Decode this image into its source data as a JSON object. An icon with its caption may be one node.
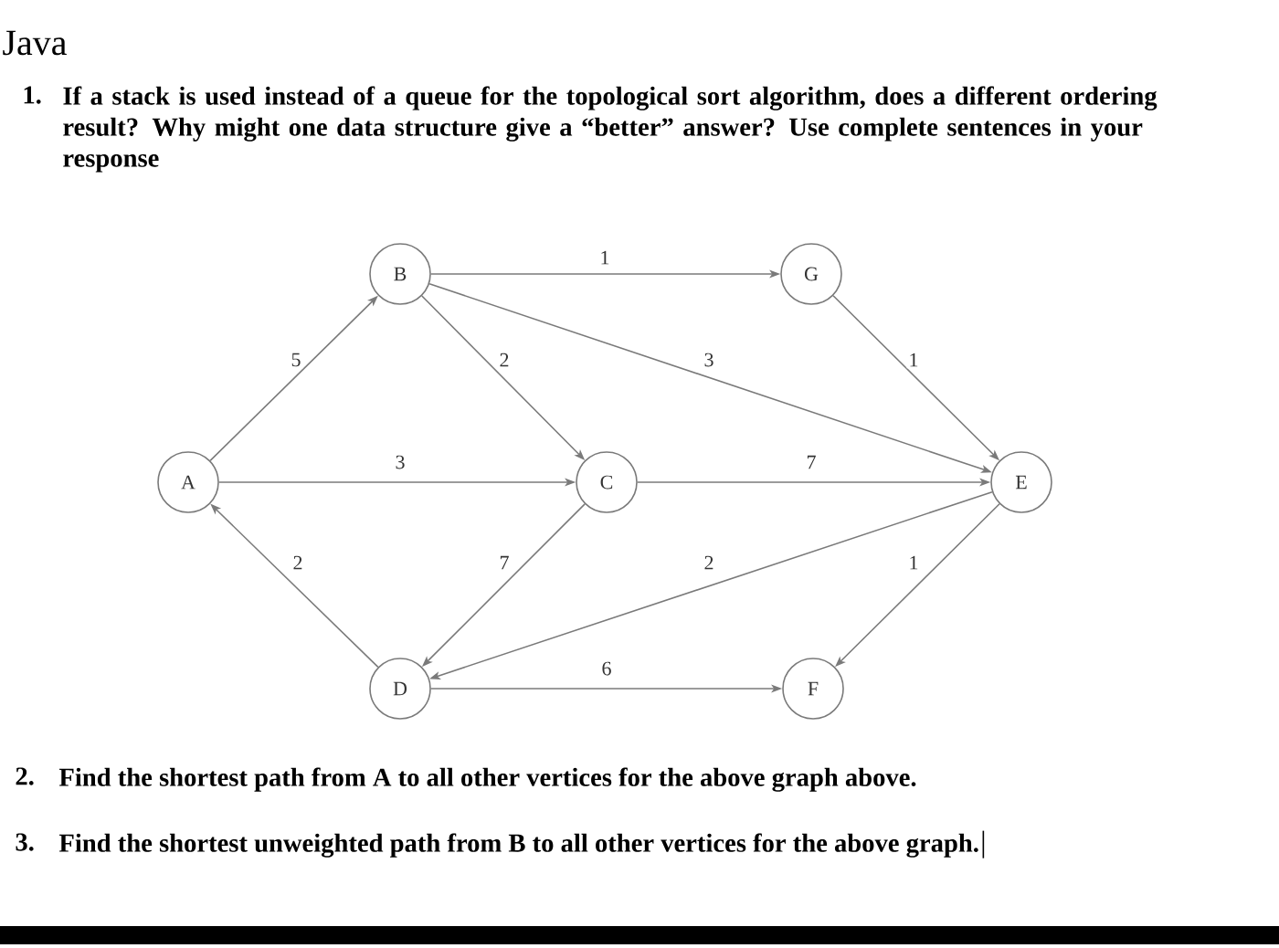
{
  "diagram": {
    "title": "Java",
    "nodes": [
      {
        "text": [
          "B"
        ]
      },
      {
        "text": [
          "G"
        ]
      },
      {
        "text": [
          "A"
        ]
      },
      {
        "text": [
          "C"
        ]
      },
      {
        "text": [
          "E"
        ]
      },
      {
        "text": [
          "D"
        ]
      },
      {
        "text": [
          "F"
        ]
      }
    ],
    "edges": [
      {
        "from": 0,
        "to": 1,
        "arrow": "to",
        "label": "1"
      },
      {
        "from": 2,
        "to": 0,
        "arrow": "to",
        "label": "5"
      },
      {
        "from": 0,
        "to": 3,
        "arrow": "to",
        "label": "2"
      },
      {
        "from": 0,
        "to": 4,
        "arrow": "to",
        "label": "3"
      },
      {
        "from": 1,
        "to": 4,
        "arrow": "to",
        "label": "1"
      },
      {
        "from": 2,
        "to": 3,
        "arrow": "to",
        "label": "3"
      },
      {
        "from": 3,
        "to": 4,
        "arrow": "to",
        "label": "7"
      },
      {
        "from": 5,
        "to": 2,
        "arrow": "to",
        "label": "2"
      },
      {
        "from": 3,
        "to": 5,
        "arrow": "to",
        "label": "7"
      },
      {
        "from": 4,
        "to": 5,
        "arrow": "to",
        "label": "2"
      },
      {
        "from": 4,
        "to": 6,
        "arrow": "to",
        "label": "1"
      },
      {
        "from": 5,
        "to": 6,
        "arrow": "to",
        "label": "6"
      }
    ],
    "labels": [
      "1.",
      "If a stack is used instead of a queue for the topological sort algorithm, does a different ordering result? Why might one data structure give a “better” answer? Use complete sentences in your response",
      "2.",
      "Find the shortest path from A to all other vertices for the above graph above.",
      "3.",
      "Find the shortest unweighted path from B to all other vertices for the above graph."
    ]
  }
}
